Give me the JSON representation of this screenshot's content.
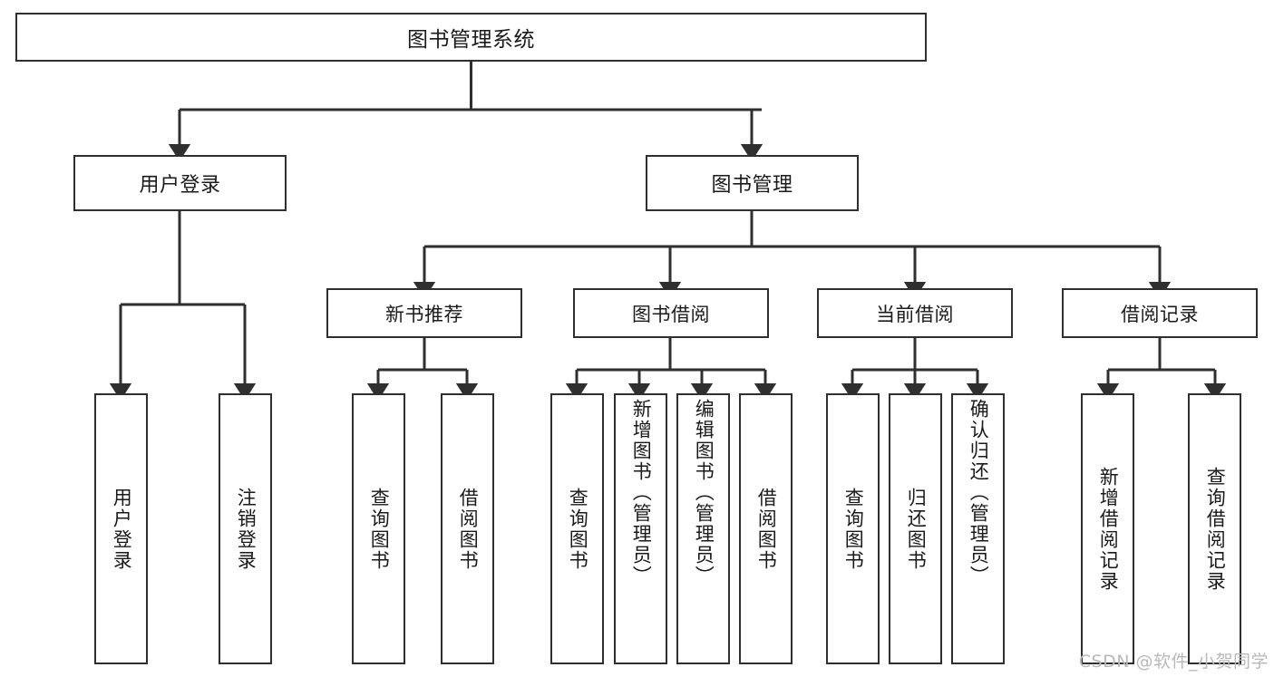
{
  "diagram": {
    "title": "图书管理系统",
    "watermark": "CSDN @软件_小贺同学",
    "root": {
      "label": "图书管理系统"
    },
    "level1": [
      {
        "label": "用户登录"
      },
      {
        "label": "图书管理"
      }
    ],
    "level2": [
      {
        "label": "新书推荐"
      },
      {
        "label": "图书借阅"
      },
      {
        "label": "当前借阅"
      },
      {
        "label": "借阅记录"
      }
    ],
    "leaves": {
      "user_login": [
        {
          "label": "用户登录"
        },
        {
          "label": "注销登录"
        }
      ],
      "new_book_recommend": [
        {
          "label": "查询图书"
        },
        {
          "label": "借阅图书"
        }
      ],
      "book_borrow": [
        {
          "label": "查询图书"
        },
        {
          "label": "新增图书（管理员）"
        },
        {
          "label": "编辑图书（管理员）"
        },
        {
          "label": "借阅图书"
        }
      ],
      "current_borrow": [
        {
          "label": "查询图书"
        },
        {
          "label": "归还图书"
        },
        {
          "label": "确认归还（管理员）"
        }
      ],
      "borrow_record": [
        {
          "label": "新增借阅记录"
        },
        {
          "label": "查询借阅记录"
        }
      ]
    },
    "colors": {
      "stroke": "#2f2f2f",
      "fill": "#ffffff",
      "text": "#1a1a1a",
      "watermark": "#b9b9b9"
    }
  }
}
